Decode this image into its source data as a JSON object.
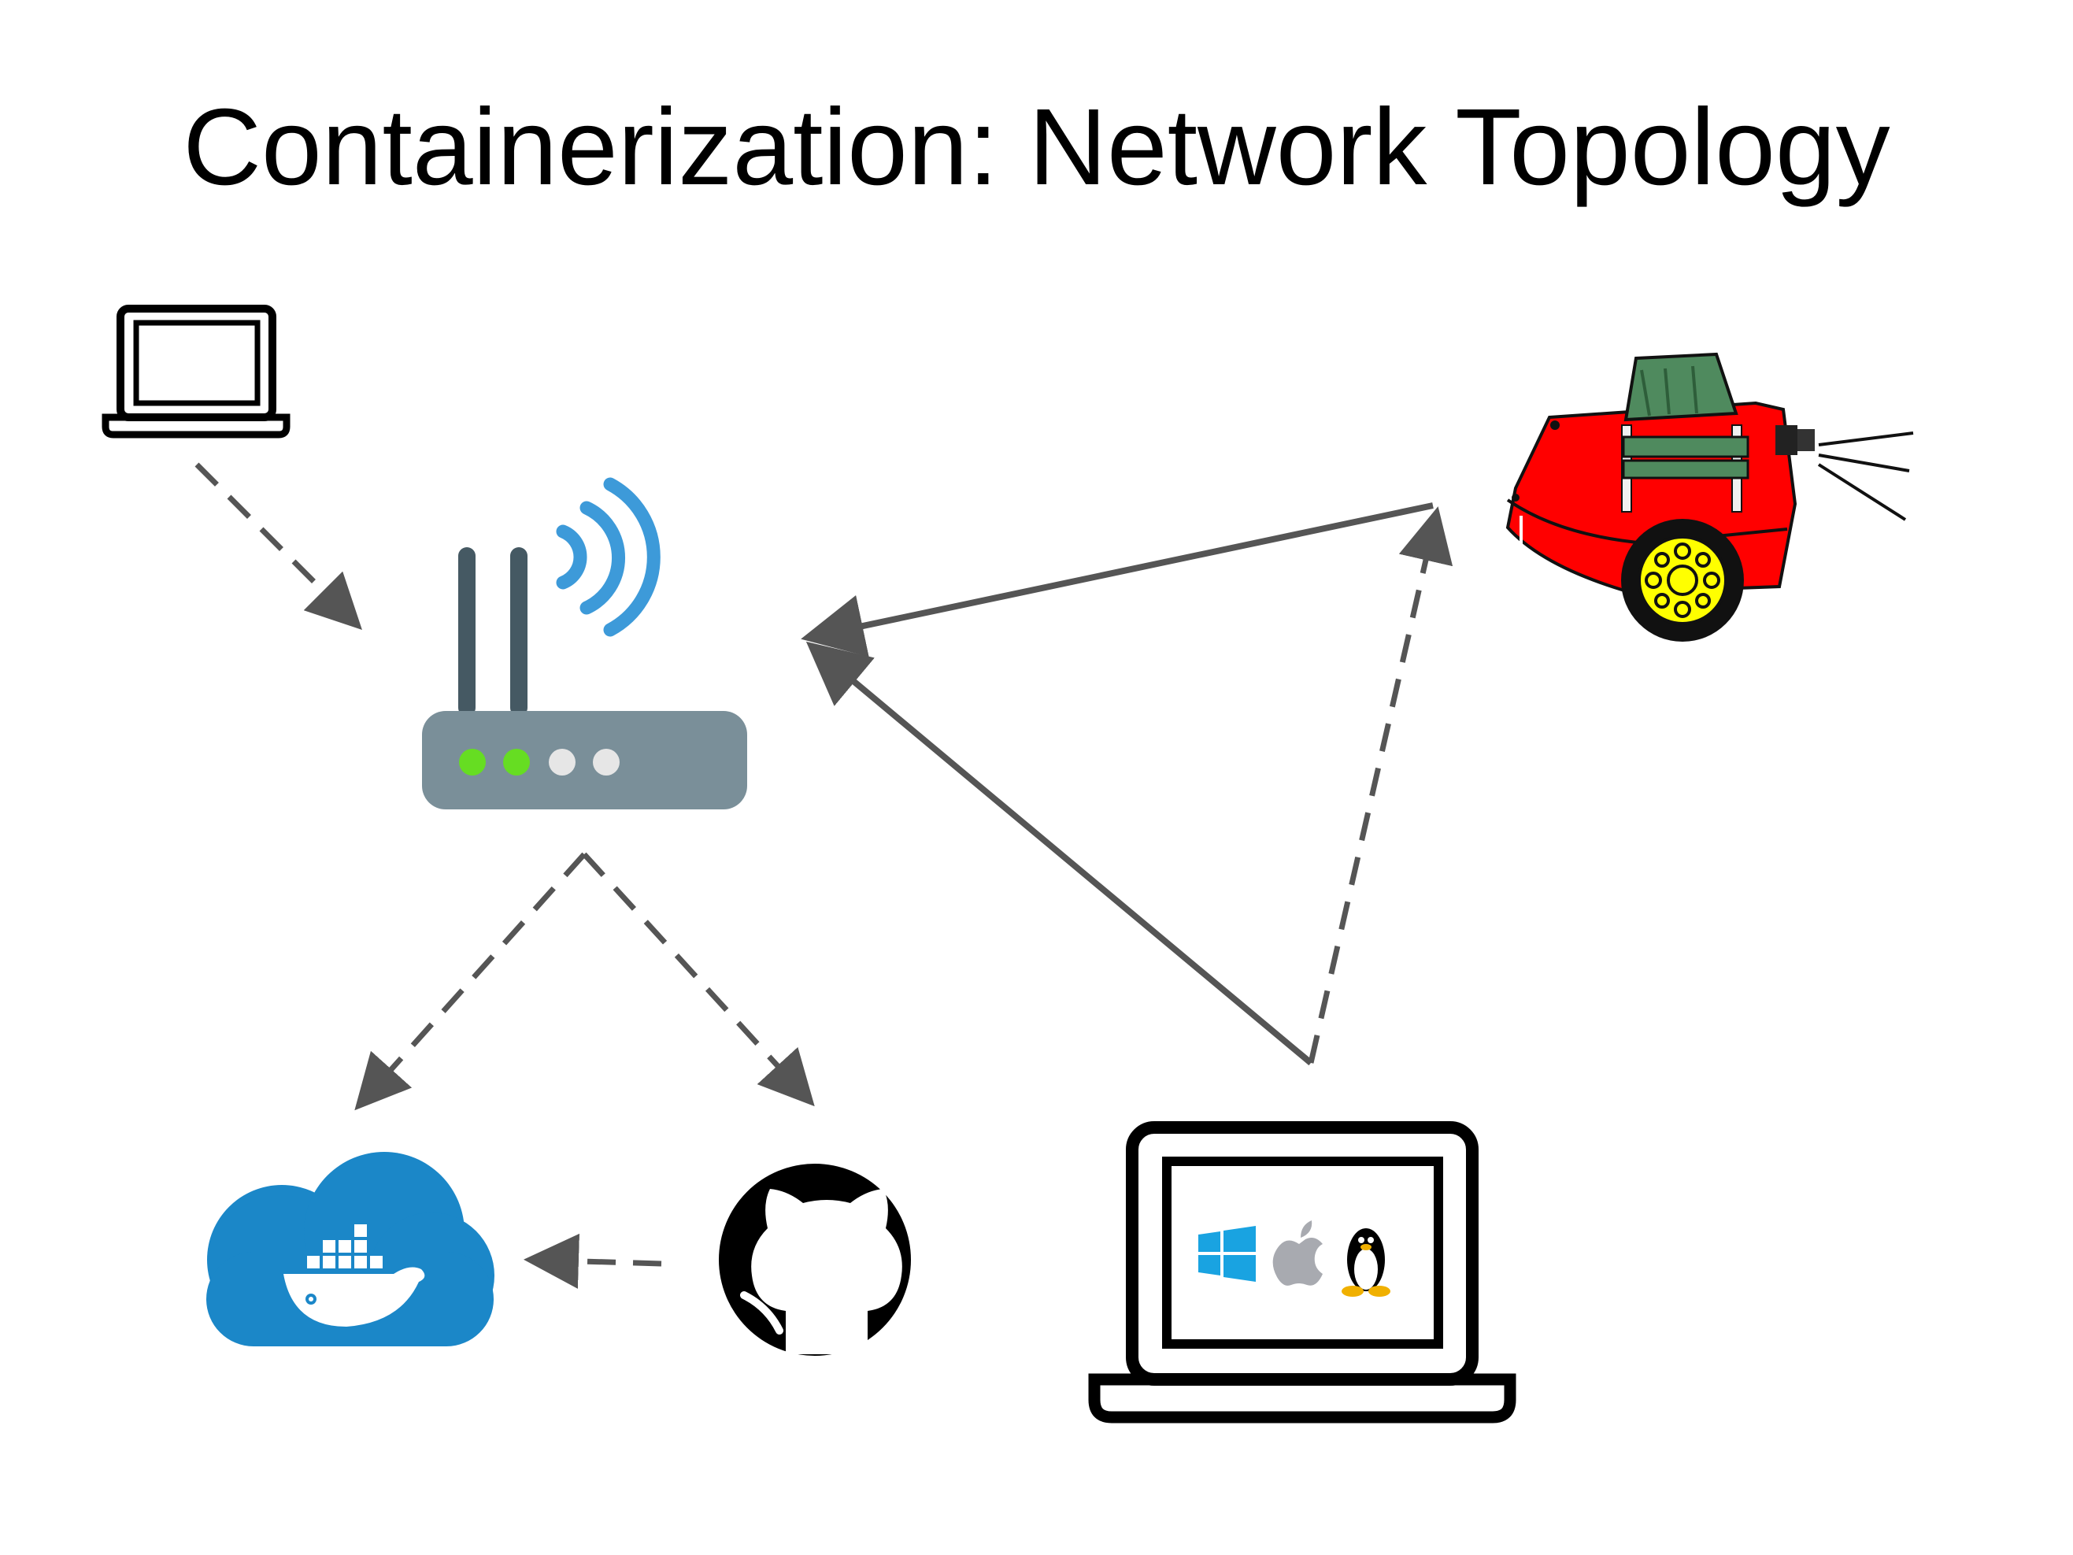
{
  "slide": {
    "title": "Containerization: Network Topology"
  },
  "nodes": [
    {
      "id": "dev-laptop",
      "icon": "laptop-icon"
    },
    {
      "id": "wifi-router",
      "icon": "wifi-router-icon",
      "led_colors": [
        "#66dd22",
        "#66dd22",
        "#e6e6e6",
        "#e6e6e6"
      ],
      "signal_color": "#3d9ad9"
    },
    {
      "id": "robot",
      "icon": "robot-icon",
      "body_color": "#ff0000",
      "wheel_color": "#ffff00",
      "board_color": "#4f8a5e"
    },
    {
      "id": "docker-cloud",
      "icon": "docker-cloud-icon",
      "color": "#1b87c8"
    },
    {
      "id": "github",
      "icon": "github-icon"
    },
    {
      "id": "multi-os-laptop",
      "icon": "laptop-icon",
      "os_icons": [
        "windows-icon",
        "apple-icon",
        "linux-tux-icon"
      ]
    }
  ],
  "edges": [
    {
      "from": "dev-laptop",
      "to": "wifi-router",
      "style": "dashed"
    },
    {
      "from": "wifi-router",
      "to": "docker-cloud",
      "style": "dashed"
    },
    {
      "from": "wifi-router",
      "to": "github",
      "style": "dashed"
    },
    {
      "from": "github",
      "to": "docker-cloud",
      "style": "dashed"
    },
    {
      "from": "robot",
      "to": "wifi-router",
      "style": "solid"
    },
    {
      "from": "multi-os-laptop",
      "to": "wifi-router",
      "style": "solid"
    },
    {
      "from": "multi-os-laptop",
      "to": "robot",
      "style": "dashed"
    }
  ],
  "colors": {
    "arrow": "#555555",
    "router_body": "#7a8f99",
    "antenna": "#455963"
  }
}
